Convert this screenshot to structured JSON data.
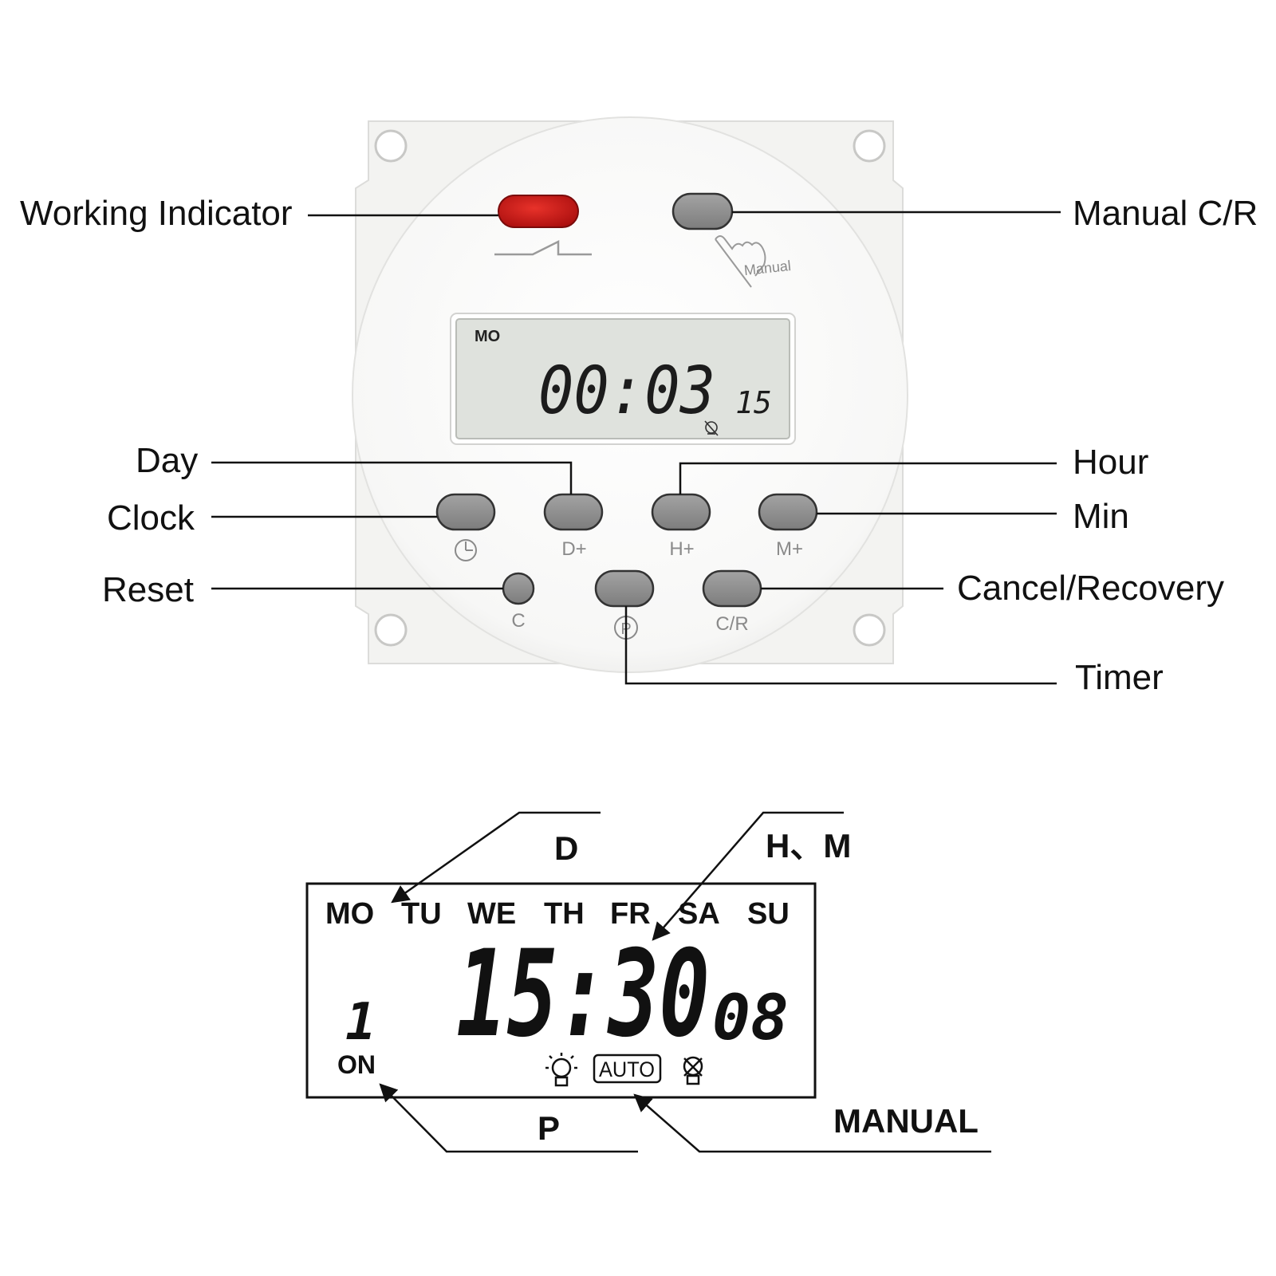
{
  "device": {
    "manual_label": "Manual",
    "display": {
      "day": "MO",
      "time": "00:03",
      "seconds": "15"
    },
    "button_labels": {
      "clock": "◷",
      "day": "D+",
      "hour": "H+",
      "min": "M+",
      "reset": "C",
      "timer": "P",
      "cancel_recovery": "C/R"
    }
  },
  "callouts": {
    "working_indicator": "Working Indicator",
    "manual_cr": "Manual C/R",
    "day": "Day",
    "clock": "Clock",
    "reset": "Reset",
    "hour": "Hour",
    "min": "Min",
    "cancel_recovery": "Cancel/Recovery",
    "timer": "Timer"
  },
  "lcd_diagram": {
    "days": [
      "MO",
      "TU",
      "WE",
      "TH",
      "FR",
      "SA",
      "SU"
    ],
    "time": "15:30",
    "seconds": "08",
    "program_number": "1",
    "on_label": "ON",
    "auto_label": "AUTO",
    "labels": {
      "d": "D",
      "hm": "H、M",
      "p": "P",
      "manual": "MANUAL"
    }
  },
  "colors": {
    "indicator": "#c81414",
    "button": "#8e8e8e",
    "housing": "#f4f4f2",
    "lcd": "#dfe2dd"
  }
}
